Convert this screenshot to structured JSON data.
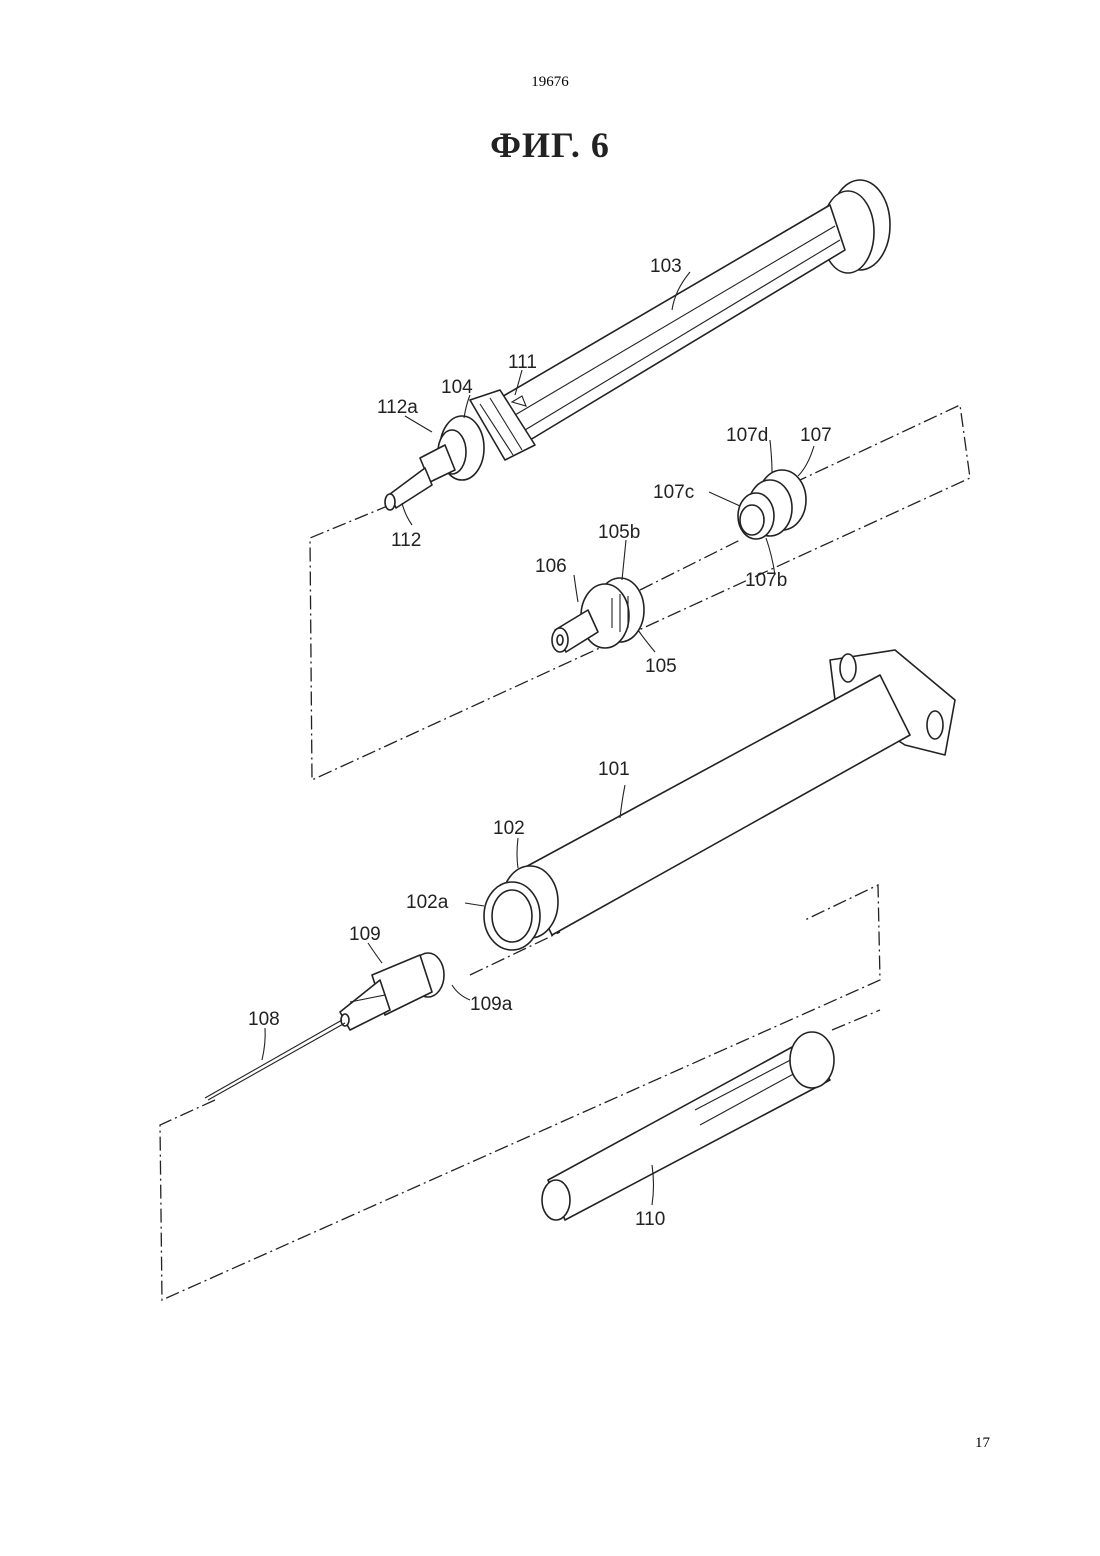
{
  "header": {
    "page_number": "19676"
  },
  "figure": {
    "title": "ФИГ. 6"
  },
  "footer": {
    "page_number": "17"
  },
  "labels": {
    "l103": "103",
    "l111": "111",
    "l104": "104",
    "l112a": "112a",
    "l112": "112",
    "l107d": "107d",
    "l107": "107",
    "l107c": "107c",
    "l107b": "107b",
    "l105b": "105b",
    "l106": "106",
    "l105": "105",
    "l101": "101",
    "l102": "102",
    "l102a": "102a",
    "l109": "109",
    "l109a": "109a",
    "l108": "108",
    "l110": "110"
  }
}
